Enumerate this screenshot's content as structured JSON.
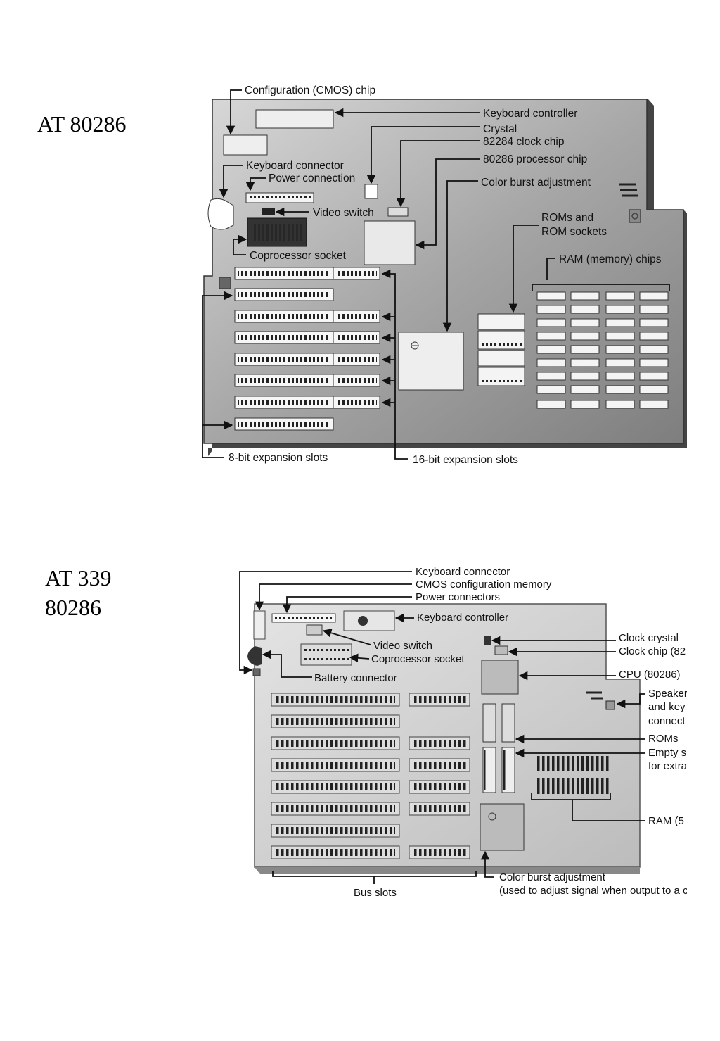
{
  "page": {
    "title1": "AT 80286",
    "title2_line1": "AT 339",
    "title2_line2": "80286"
  },
  "diagram1": {
    "labels": {
      "cmos": "Configuration (CMOS) chip",
      "keyboard_controller": "Keyboard controller",
      "crystal": "Crystal",
      "clock_chip": "82284 clock chip",
      "processor": "80286 processor chip",
      "color_burst": "Color burst adjustment",
      "keyboard_connector": "Keyboard connector",
      "power_connection": "Power connection",
      "video_switch": "Video switch",
      "roms_line1": "ROMs and",
      "roms_line2": "ROM sockets",
      "ram": "RAM (memory) chips",
      "coprocessor": "Coprocessor socket",
      "slots8": "8-bit expansion slots",
      "slots16": "16-bit expansion slots"
    }
  },
  "diagram2": {
    "labels": {
      "keyboard_connector": "Keyboard connector",
      "cmos": "CMOS configuration memory",
      "power": "Power connectors",
      "keyboard_controller": "Keyboard controller",
      "video_switch": "Video switch",
      "coprocessor": "Coprocessor socket",
      "battery": "Battery connector",
      "clock_crystal": "Clock crystal",
      "clock_chip": "Clock chip (82",
      "cpu": "CPU (80286)",
      "speaker_1": "Speaker",
      "speaker_2": "and key",
      "speaker_3": "connect",
      "roms": "ROMs",
      "empty_1": "Empty s",
      "empty_2": "for extra",
      "ram": "RAM (5",
      "bus_slots": "Bus slots",
      "color_burst_1": "Color burst adjustment",
      "color_burst_2": "(used to adjust signal when output to a c"
    }
  }
}
